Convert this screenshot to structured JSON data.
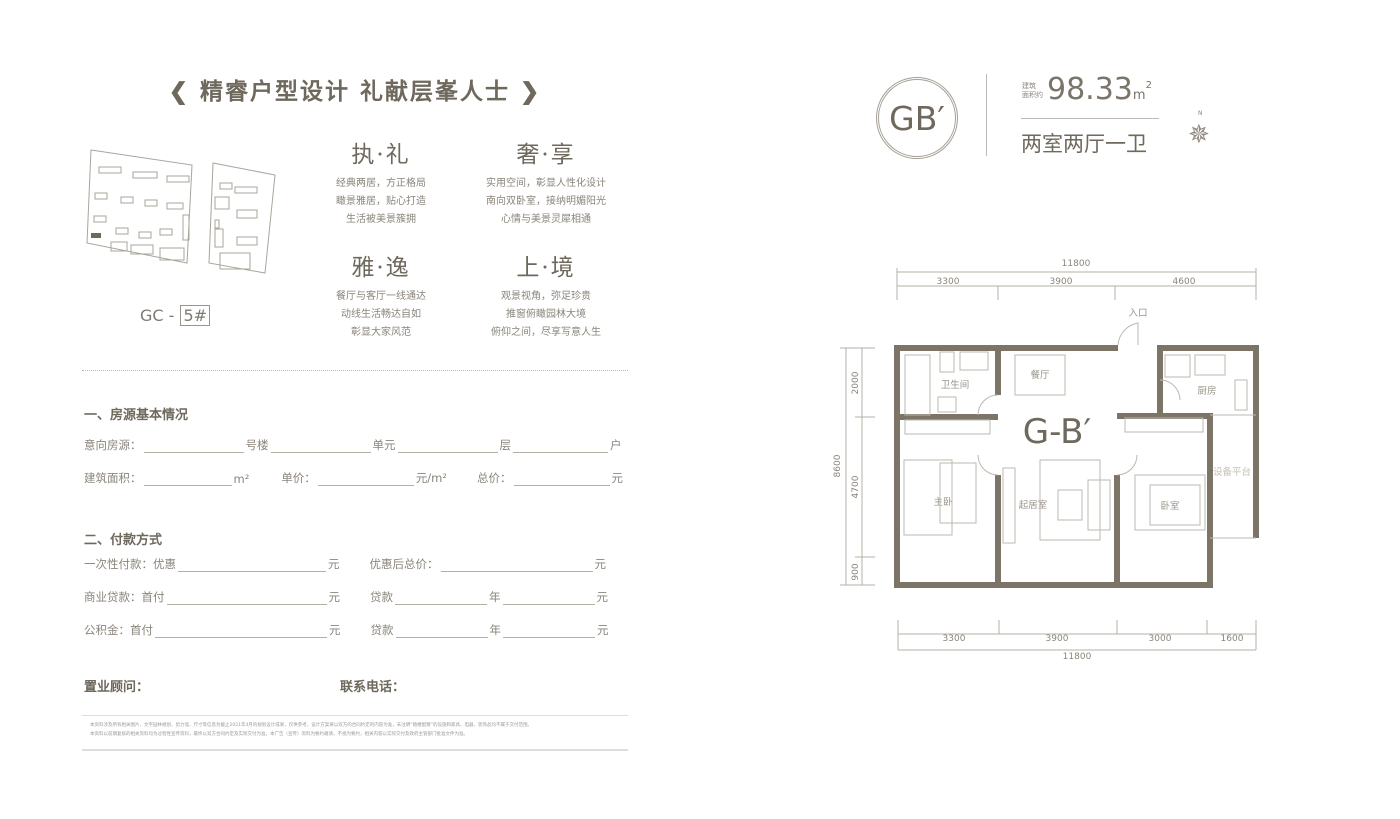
{
  "header": {
    "title": "精睿户型设计 礼献层峯人士",
    "left_ornament": "❮",
    "right_ornament": "❯"
  },
  "site": {
    "label": "GC -",
    "building": "5#"
  },
  "features": [
    {
      "title": "执·礼",
      "lines": [
        "经典两居，方正格局",
        "瞰景雅居，贴心打造",
        "生活被美景簇拥"
      ]
    },
    {
      "title": "奢·享",
      "lines": [
        "实用空间，彰显人性化设计",
        "南向双卧室，接纳明媚阳光",
        "心情与美景灵犀相通"
      ]
    },
    {
      "title": "雅·逸",
      "lines": [
        "餐厅与客厅一线通达",
        "动线生活畅达自如",
        "彰显大家风范"
      ]
    },
    {
      "title": "上·境",
      "lines": [
        "观景视角，弥足珍贵",
        "推窗俯瞰园林大境",
        "俯仰之间，尽享写意人生"
      ]
    }
  ],
  "form": {
    "section1": "一、房源基本情况",
    "r1": [
      "意向房源：",
      "号楼",
      "单元",
      "层",
      "户"
    ],
    "r2": [
      "建筑面积：",
      "m²",
      "单价：",
      "元/m²",
      "总价：",
      "元"
    ],
    "section2": "二、付款方式",
    "r3": [
      "一次性付款：优惠",
      "元",
      "优惠后总价：",
      "元"
    ],
    "r4": [
      "商业贷款：首付",
      "元",
      "贷款",
      "年",
      "元"
    ],
    "r5": [
      "公积金：首付",
      "元",
      "贷款",
      "年",
      "元"
    ],
    "advisor": "置业顾问：",
    "phone": "联系电话："
  },
  "disclaimer": [
    "本资料涉及所有相关图片、文字园林规划、剪力墙、尺寸等信息为截止2021年4月的规划设计成果，仅供参考，设计方案将以双方的合同约定的内容为准，未注明“随楼配赠”的设施和家具、电器、装饰品均不属于交付范围。",
    "本资料以前期复核的相关资料均为过程性宣传资料，最终以双方合同约定及实际交付为准，本广告（宣传）资料为要约邀请，不视为要约，相关内容以实际交付及政府主管部门批准文件为准。"
  ],
  "unit": {
    "badge": "GB′",
    "area_label_1": "建筑",
    "area_label_2": "面积约",
    "area": "98.33",
    "area_unit": "m",
    "layout": "两室两厅一卫",
    "compass_n": "N"
  },
  "plan": {
    "name": "G-B′",
    "entrance": "入口",
    "rooms": {
      "bath": "卫生间",
      "dining": "餐厅",
      "kitchen": "厨房",
      "master": "主卧",
      "living": "起居室",
      "bedroom": "卧室",
      "platform": "设备平台"
    },
    "dims_top": {
      "total": "11800",
      "segs": [
        "3300",
        "3900",
        "4600"
      ]
    },
    "dims_bottom": {
      "total": "11800",
      "segs": [
        "3300",
        "3900",
        "3000",
        "1600"
      ]
    },
    "dims_left": {
      "total": "8600",
      "segs": [
        "2000",
        "4700",
        "900"
      ]
    }
  },
  "colors": {
    "wall": "#7b7467",
    "text": "#7f7a70"
  }
}
